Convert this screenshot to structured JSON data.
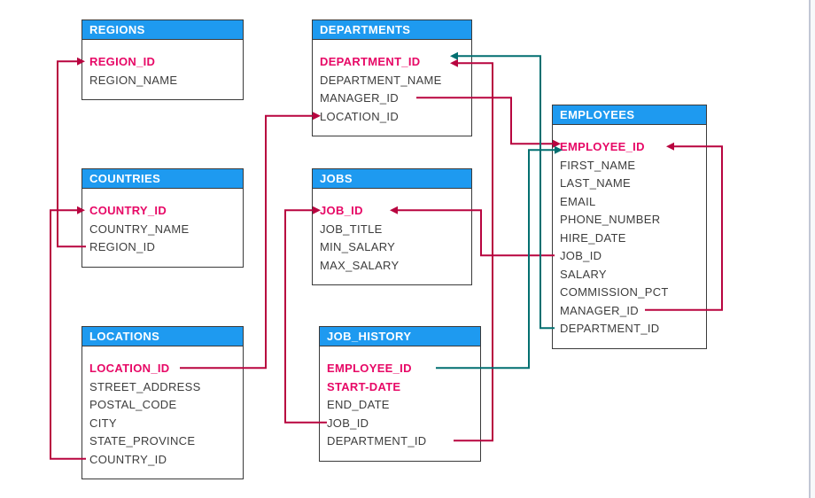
{
  "diagram": {
    "title": "HR schema entity-relationship diagram",
    "colors": {
      "header_bg": "#1e9af0",
      "header_text": "#ffffff",
      "pk_text": "#e70866",
      "row_text": "#3d3d3d",
      "table_border": "#3a3a3a",
      "line_primary": "#b8043f",
      "line_secondary": "#006f70",
      "page_edge": "#c2c7d5"
    },
    "tables": [
      {
        "id": "regions",
        "title": "REGIONS",
        "columns": [
          {
            "name": "REGION_ID",
            "pk": true
          },
          {
            "name": "REGION_NAME",
            "pk": false
          }
        ]
      },
      {
        "id": "countries",
        "title": "COUNTRIES",
        "columns": [
          {
            "name": "COUNTRY_ID",
            "pk": true
          },
          {
            "name": "COUNTRY_NAME",
            "pk": false
          },
          {
            "name": "REGION_ID",
            "pk": false
          }
        ]
      },
      {
        "id": "locations",
        "title": "LOCATIONS",
        "columns": [
          {
            "name": "LOCATION_ID",
            "pk": true
          },
          {
            "name": "STREET_ADDRESS",
            "pk": false
          },
          {
            "name": "POSTAL_CODE",
            "pk": false
          },
          {
            "name": "CITY",
            "pk": false
          },
          {
            "name": "STATE_PROVINCE",
            "pk": false
          },
          {
            "name": "COUNTRY_ID",
            "pk": false
          }
        ]
      },
      {
        "id": "departments",
        "title": "DEPARTMENTS",
        "columns": [
          {
            "name": "DEPARTMENT_ID",
            "pk": true
          },
          {
            "name": "DEPARTMENT_NAME",
            "pk": false
          },
          {
            "name": "MANAGER_ID",
            "pk": false
          },
          {
            "name": "LOCATION_ID",
            "pk": false
          }
        ]
      },
      {
        "id": "jobs",
        "title": "JOBS",
        "columns": [
          {
            "name": "JOB_ID",
            "pk": true
          },
          {
            "name": "JOB_TITLE",
            "pk": false
          },
          {
            "name": "MIN_SALARY",
            "pk": false
          },
          {
            "name": "MAX_SALARY",
            "pk": false
          }
        ]
      },
      {
        "id": "job_history",
        "title": "JOB_HISTORY",
        "columns": [
          {
            "name": "EMPLOYEE_ID",
            "pk": true
          },
          {
            "name": "START-DATE",
            "pk": true
          },
          {
            "name": "END_DATE",
            "pk": false
          },
          {
            "name": "JOB_ID",
            "pk": false
          },
          {
            "name": "DEPARTMENT_ID",
            "pk": false
          }
        ]
      },
      {
        "id": "employees",
        "title": "EMPLOYEES",
        "columns": [
          {
            "name": "EMPLOYEE_ID",
            "pk": true
          },
          {
            "name": "FIRST_NAME",
            "pk": false
          },
          {
            "name": "LAST_NAME",
            "pk": false
          },
          {
            "name": "EMAIL",
            "pk": false
          },
          {
            "name": "PHONE_NUMBER",
            "pk": false
          },
          {
            "name": "HIRE_DATE",
            "pk": false
          },
          {
            "name": "JOB_ID",
            "pk": false
          },
          {
            "name": "SALARY",
            "pk": false
          },
          {
            "name": "COMMISSION_PCT",
            "pk": false
          },
          {
            "name": "MANAGER_ID",
            "pk": false
          },
          {
            "name": "DEPARTMENT_ID",
            "pk": false
          }
        ]
      }
    ],
    "relationships": [
      {
        "id": "r1",
        "from_table": "countries",
        "from_column": "REGION_ID",
        "to_table": "regions",
        "to_column": "REGION_ID",
        "color": "primary"
      },
      {
        "id": "r2",
        "from_table": "locations",
        "from_column": "COUNTRY_ID",
        "to_table": "countries",
        "to_column": "COUNTRY_ID",
        "color": "primary"
      },
      {
        "id": "r3",
        "from_table": "locations",
        "from_column": "LOCATION_ID",
        "to_table": "departments",
        "to_column": "LOCATION_ID",
        "color": "primary"
      },
      {
        "id": "r4",
        "from_table": "job_history",
        "from_column": "JOB_ID",
        "to_table": "jobs",
        "to_column": "JOB_ID",
        "color": "primary"
      },
      {
        "id": "r5",
        "from_table": "job_history",
        "from_column": "DEPARTMENT_ID",
        "to_table": "departments",
        "to_column": "DEPARTMENT_ID",
        "color": "primary"
      },
      {
        "id": "r6",
        "from_table": "departments",
        "from_column": "MANAGER_ID",
        "to_table": "employees",
        "to_column": "EMPLOYEE_ID",
        "color": "primary"
      },
      {
        "id": "r7",
        "from_table": "employees",
        "from_column": "JOB_ID",
        "to_table": "jobs",
        "to_column": "JOB_ID",
        "color": "primary"
      },
      {
        "id": "r8",
        "from_table": "employees",
        "from_column": "MANAGER_ID",
        "to_table": "employees",
        "to_column": "EMPLOYEE_ID",
        "color": "primary"
      },
      {
        "id": "r9",
        "from_table": "employees",
        "from_column": "DEPARTMENT_ID",
        "to_table": "departments",
        "to_column": "DEPARTMENT_ID",
        "color": "secondary"
      },
      {
        "id": "r10",
        "from_table": "job_history",
        "from_column": "EMPLOYEE_ID",
        "to_table": "employees",
        "to_column": "EMPLOYEE_ID",
        "color": "secondary"
      }
    ]
  }
}
